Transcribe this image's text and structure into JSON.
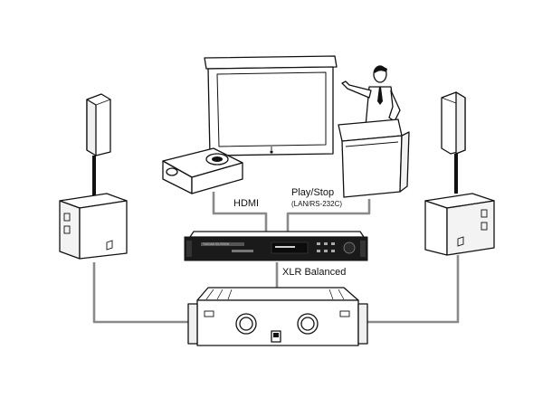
{
  "labels": {
    "hdmi": "HDMI",
    "play_stop": "Play/Stop",
    "lan_rs232c": "(LAN/RS-232C)",
    "xlr_balanced": "XLR Balanced",
    "brand": "TASCAM  SS-R250N"
  },
  "colors": {
    "cable": "#8a8a8a",
    "outline": "#111111",
    "device_body": "#1a1a1a"
  },
  "icons": [
    "projection-screen-icon",
    "presenter-icon",
    "podium-icon",
    "projector-icon",
    "speaker-top-left-icon",
    "speaker-top-right-icon",
    "subwoofer-left-icon",
    "subwoofer-right-icon",
    "media-player-icon",
    "amplifier-icon"
  ]
}
